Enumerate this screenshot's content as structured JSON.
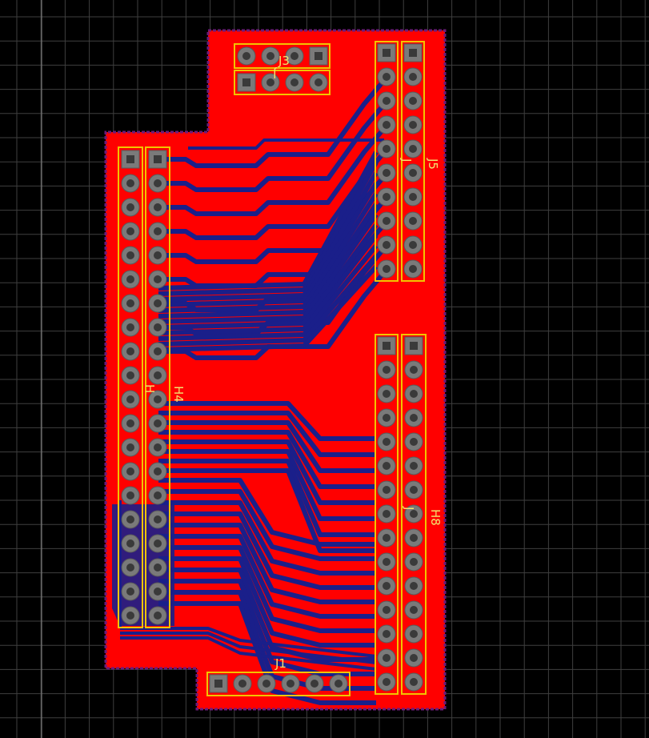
{
  "view": {
    "background": "#000000",
    "grid_color": "#3f3f3f",
    "board_color": "#ff0000",
    "outline_color": "#6b1b7a",
    "trace_color": "#1a1f8a",
    "silkscreen_color": "#f2c400",
    "pad_color": "#7a7a7a"
  },
  "components": {
    "J3": "J3",
    "J5": "J5",
    "J1": "J1",
    "H4": "H4",
    "H8": "H8",
    "overlap_label_top": "J",
    "overlap_label_left": "H",
    "overlap_label_right_top": "J",
    "overlap_label_right_bottom": "J"
  }
}
